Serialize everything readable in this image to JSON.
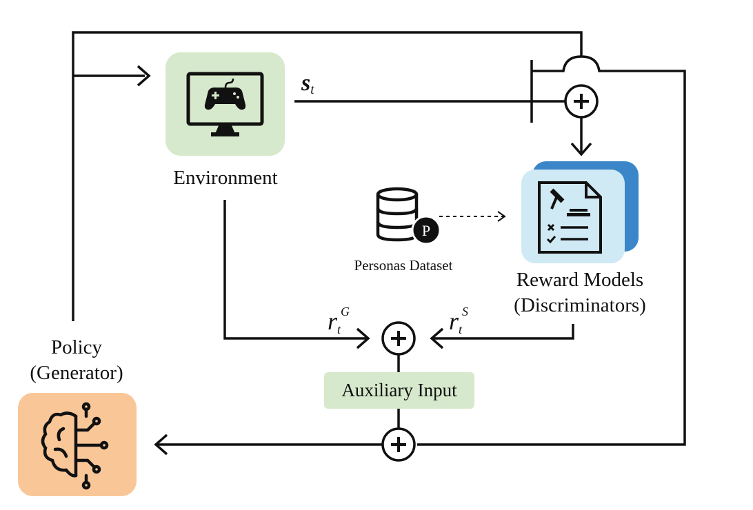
{
  "labels": {
    "environment": "Environment",
    "state_symbol": "s",
    "state_subscript": "t",
    "reward_models_line1": "Reward Models",
    "reward_models_line2": "(Discriminators)",
    "personas_dataset": "Personas Dataset",
    "personas_badge": "P",
    "policy_line1": "Policy",
    "policy_line2": "(Generator)",
    "reward_g_symbol": "r",
    "reward_g_sub": "t",
    "reward_g_sup": "G",
    "reward_s_symbol": "r",
    "reward_s_sub": "t",
    "reward_s_sup": "S",
    "auxiliary_input": "Auxiliary Input"
  },
  "icons": {
    "environment": "monitor-gamepad-icon",
    "reward_models": "gavel-checklist-icon",
    "personas": "database-icon",
    "policy": "brain-circuit-icon",
    "sum": "plus-circle-icon"
  },
  "colors": {
    "environment_fill": "#d6e9cc",
    "reward_fill": "#cfe9f5",
    "reward_shadow": "#3a86c8",
    "auxiliary_fill": "#d6e9cc",
    "policy_fill": "#f9c698",
    "line": "#111111"
  }
}
